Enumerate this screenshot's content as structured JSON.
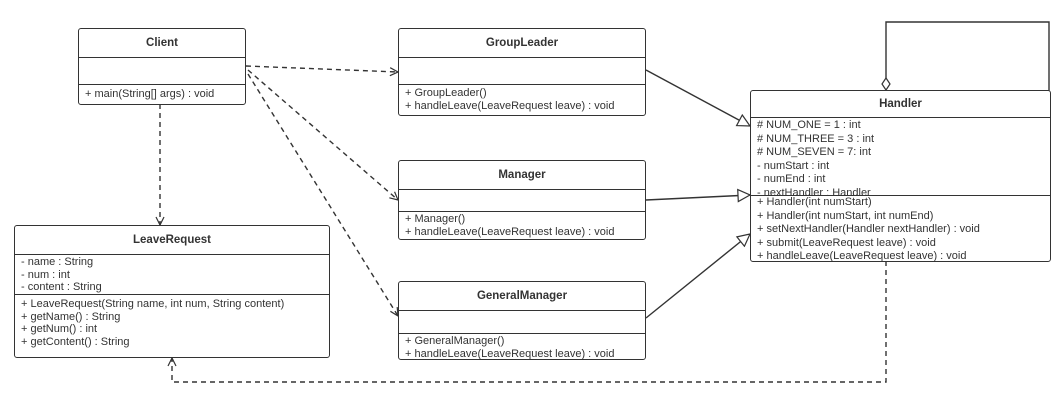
{
  "classes": {
    "client": {
      "name": "Client",
      "attributes": [],
      "methods": [
        "+ main(String[] args) : void"
      ]
    },
    "groupleader": {
      "name": "GroupLeader",
      "attributes": [],
      "methods": [
        "+ GroupLeader()",
        "+ handleLeave(LeaveRequest leave) : void"
      ]
    },
    "manager": {
      "name": "Manager",
      "attributes": [],
      "methods": [
        "+ Manager()",
        "+ handleLeave(LeaveRequest leave) : void"
      ]
    },
    "generalmanager": {
      "name": "GeneralManager",
      "attributes": [],
      "methods": [
        "+ GeneralManager()",
        "+ handleLeave(LeaveRequest leave) : void"
      ]
    },
    "leaverequest": {
      "name": "LeaveRequest",
      "attributes": [
        "- name : String",
        "- num : int",
        "- content : String"
      ],
      "methods": [
        "+ LeaveRequest(String name, int num, String content)",
        "+ getName() : String",
        "+ getNum() : int",
        "+ getContent() : String"
      ]
    },
    "handler": {
      "name": "Handler",
      "attributes": [
        "# NUM_ONE = 1 :   int",
        "# NUM_THREE = 3 :   int",
        "# NUM_SEVEN = 7:   int",
        "- numStart :   int",
        "- numEnd :   int",
        "- nextHandler :   Handler"
      ],
      "methods": [
        "+ Handler(int numStart)",
        "+ Handler(int numStart, int numEnd)",
        "+ setNextHandler(Handler nextHandler) :   void",
        "+ submit(LeaveRequest leave) :   void",
        "+ handleLeave(LeaveRequest leave) :   void"
      ]
    }
  },
  "relations": [
    {
      "type": "dependency",
      "from": "Client",
      "to": "GroupLeader"
    },
    {
      "type": "dependency",
      "from": "Client",
      "to": "Manager"
    },
    {
      "type": "dependency",
      "from": "Client",
      "to": "GeneralManager"
    },
    {
      "type": "dependency",
      "from": "Client",
      "to": "LeaveRequest"
    },
    {
      "type": "dependency",
      "from": "Handler",
      "to": "LeaveRequest"
    },
    {
      "type": "generalization",
      "from": "GroupLeader",
      "to": "Handler"
    },
    {
      "type": "generalization",
      "from": "Manager",
      "to": "Handler"
    },
    {
      "type": "generalization",
      "from": "GeneralManager",
      "to": "Handler"
    },
    {
      "type": "aggregation",
      "from": "Handler",
      "to": "Handler"
    }
  ],
  "colors": {
    "line": "#333333",
    "background": "#ffffff"
  }
}
